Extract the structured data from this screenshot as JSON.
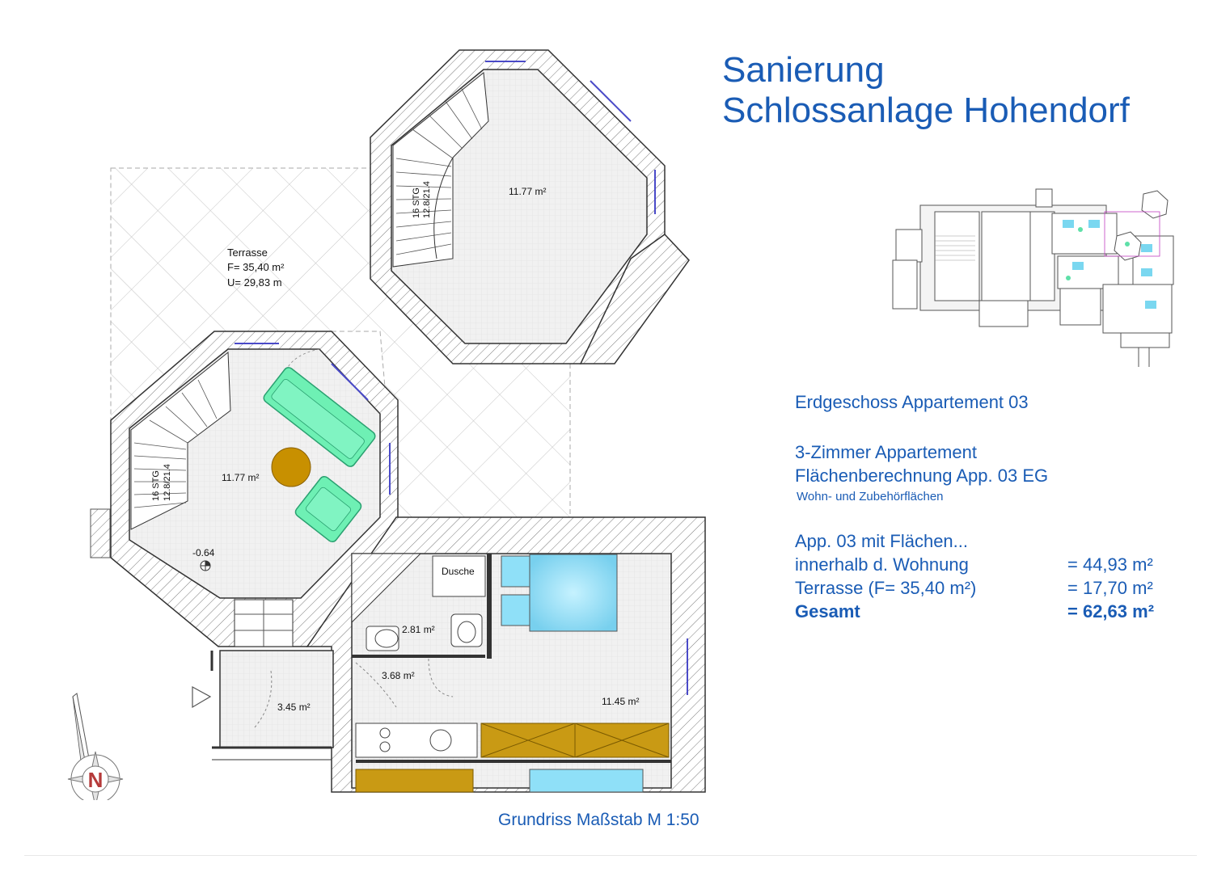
{
  "title": {
    "line1": "Sanierung",
    "line2": "Schlossanlage Hohendorf"
  },
  "info": {
    "floor": "Erdgeschoss Appartement 03",
    "type": "3-Zimmer Appartement",
    "calc": "Flächenberechnung App. 03 EG",
    "subcalc": "Wohn- und Zubehörflächen",
    "areas_heading": "App. 03 mit Flächen...",
    "rows": [
      {
        "label": "innerhalb d. Wohnung",
        "value": "= 44,93 m²"
      },
      {
        "label": "Terrasse (F= 35,40 m²)",
        "value": "= 17,70 m²"
      },
      {
        "label": "Gesamt",
        "value": "= 62,63 m²"
      }
    ]
  },
  "plan": {
    "terrace_label": "Terrasse",
    "terrace_area": "F= 35,40 m²",
    "terrace_perimeter": "U= 29,83 m",
    "upper_tower_area": "11.77 m²",
    "lower_tower_area": "11.77 m²",
    "stair_steps": "16 STG",
    "stair_ratio": "12.8/21.4",
    "stair_steps_2": "16 STG",
    "stair_ratio_2": "12.8/21.4",
    "level": "-0.64",
    "shower_label": "Dusche",
    "bath_area": "2.81 m²",
    "hall_area": "3.68 m²",
    "entry_area": "3.45 m²",
    "bedroom_area": "11.45 m²",
    "north": "N"
  },
  "caption": "Grundriss Maßstab M 1:50",
  "colors": {
    "accent": "#1a5cb5",
    "sofa": "#6ef0b4",
    "table": "#c89000",
    "bed": "#8fe0f8",
    "cabinet": "#c99a14"
  }
}
